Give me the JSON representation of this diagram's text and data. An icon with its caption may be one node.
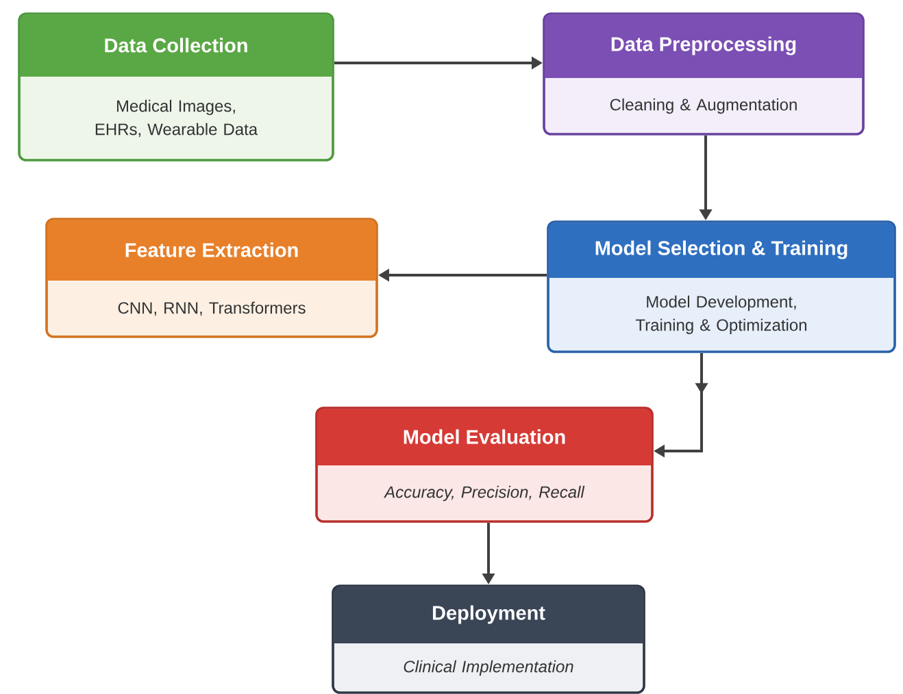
{
  "diagram": {
    "nodes": [
      {
        "text": [
          "Data Collection",
          "Medical Images, EHRs, Wearable Data"
        ]
      },
      {
        "text": [
          "Data Preprocessing",
          "Cleaning & Augmentation"
        ]
      },
      {
        "text": [
          "Feature Extraction",
          "CNN, RNN, Transformers"
        ]
      },
      {
        "text": [
          "Model Selection & Training",
          "Model Development, Training & Optimization"
        ]
      },
      {
        "text": [
          "Model Evaluation",
          "Accuracy, Precision, Recall"
        ]
      },
      {
        "text": [
          "Deployment",
          "Clinical Implementation"
        ]
      }
    ],
    "edges": [
      {
        "from": 0,
        "to": 1,
        "arrow": "to"
      },
      {
        "from": 1,
        "to": 3,
        "arrow": "to"
      },
      {
        "from": 3,
        "to": 2,
        "arrow": "to"
      },
      {
        "from": 3,
        "to": 4,
        "arrow": "to"
      },
      {
        "from": 4,
        "to": 5,
        "arrow": "to"
      }
    ]
  }
}
